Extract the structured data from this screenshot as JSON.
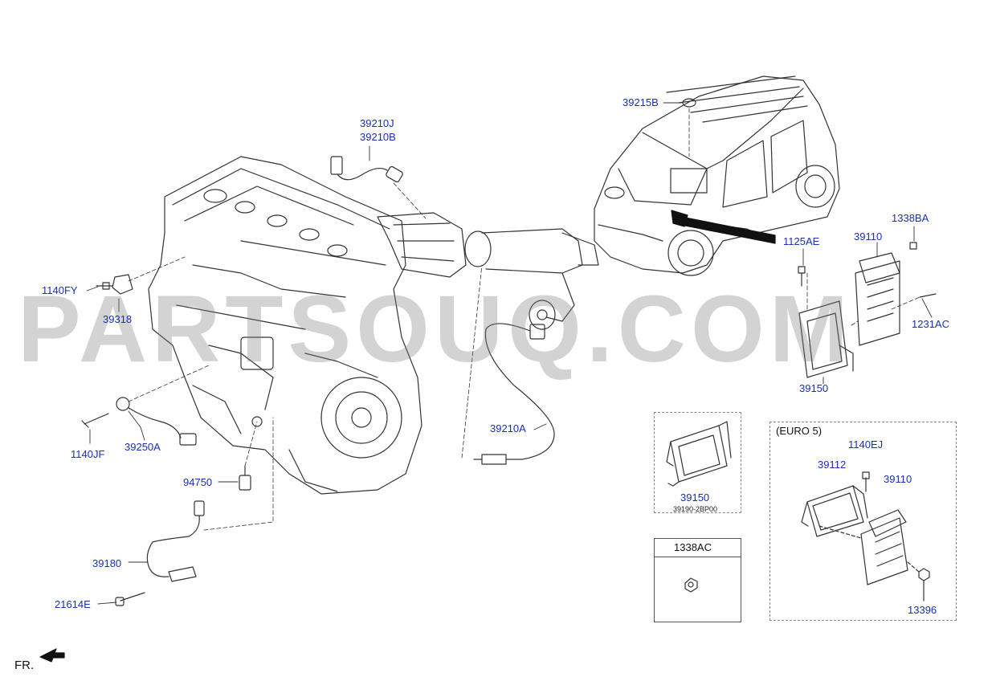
{
  "watermark": "PARTSOUQ.COM",
  "direction_label": "FR.",
  "callouts": {
    "c39210J": "39210J",
    "c39210B": "39210B",
    "c39215B": "39215B",
    "c1338BA": "1338BA",
    "c1125AE": "1125AE",
    "c39110a": "39110",
    "c1140FY": "1140FY",
    "c39318": "39318",
    "c1231AC": "1231AC",
    "c39150a": "39150",
    "c39210A": "39210A",
    "c39250A": "39250A",
    "c1140JF": "1140JF",
    "c94750": "94750",
    "c39180": "39180",
    "c21614E": "21614E"
  },
  "inset_bracket": {
    "part": "39150",
    "code": "39190-2BP00"
  },
  "inset_nut": {
    "title": "1338AC"
  },
  "inset_euro5": {
    "title": "(EURO 5)",
    "c1140EJ": "1140EJ",
    "c39112": "39112",
    "c39110": "39110",
    "c13396": "13396"
  },
  "colors": {
    "label": "#1a2fb8",
    "line": "#333333",
    "watermark": "#8a8a8a"
  }
}
